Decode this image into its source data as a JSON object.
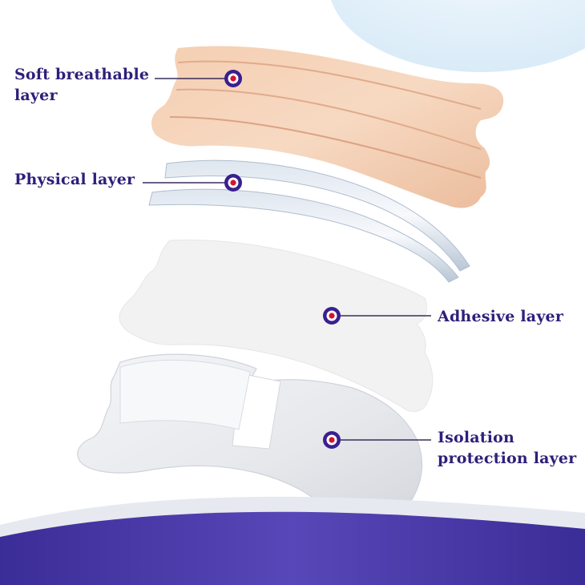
{
  "labels": {
    "soft_breathable": [
      "Soft breathable",
      "layer"
    ],
    "physical": [
      "Physical layer"
    ],
    "adhesive": [
      "Adhesive layer"
    ],
    "isolation": [
      "Isolation",
      "protection layer"
    ]
  },
  "colors": {
    "label_text": "#2e1f7a",
    "marker_ring": "#3a1f8f",
    "marker_dot": "#d4152b",
    "skin_layer": "#f2c7a8",
    "physical_layer": "#c9d5e4",
    "adhesive_layer": "#f3f3f3",
    "isolation_layer": "#e9ebee",
    "bottom_wave": "#4b3ba8",
    "corner_blob": "#e6f2fb"
  }
}
